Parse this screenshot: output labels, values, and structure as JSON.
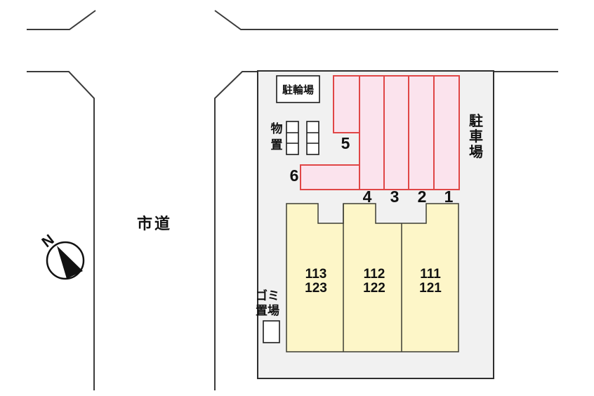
{
  "labels": {
    "city_road": "市道",
    "compass_north": "N"
  },
  "site_plan": {
    "bicycle_parking": "駐輪場",
    "storage": "物\n置",
    "parking_lot": "駐\n車\n場",
    "garbage_area": "ゴミ\n置場",
    "parking_space_numbers": {
      "s1": "1",
      "s2": "2",
      "s3": "3",
      "s4": "4",
      "s5": "5",
      "s6": "6"
    },
    "units": [
      {
        "label": "113\n123"
      },
      {
        "label": "112\n122"
      },
      {
        "label": "111\n121"
      }
    ]
  },
  "colors": {
    "parking_fill": "#fbe3ed",
    "parking_border": "#e04646",
    "building_fill": "#fdf6c8",
    "site_fill": "#f1f1f1"
  }
}
